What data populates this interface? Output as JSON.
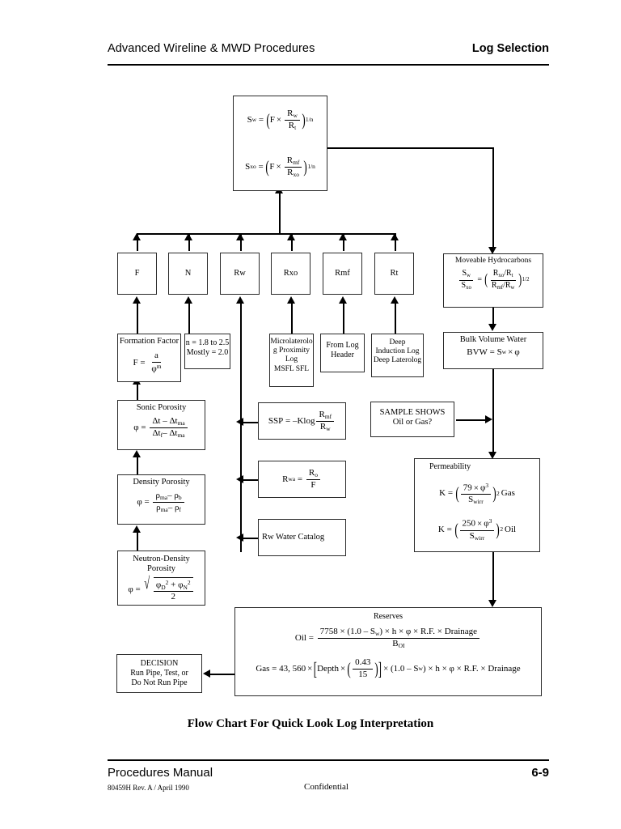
{
  "header": {
    "left": "Advanced Wireline & MWD Procedures",
    "right": "Log Selection"
  },
  "footer": {
    "manual": "Procedures Manual",
    "page": "6-9",
    "revision": "80459H Rev. A / April 1990",
    "confidential": "Confidential"
  },
  "figure_caption": "Flow Chart For Quick Look Log Interpretation",
  "diagram": {
    "saturation_box": {
      "name": "water-saturation-equations",
      "eq1": {
        "lhs": "S",
        "lhs_sub": "w",
        "paren_open": "(",
        "paren_close": ")",
        "f": "F",
        "times": "×",
        "num": "R",
        "num_sub": "w",
        "den": "R",
        "den_sub": "t",
        "exp": "1/n"
      },
      "eq2": {
        "lhs": "S",
        "lhs_sub": "xo",
        "f": "F",
        "times": "×",
        "num": "R",
        "num_sub": "mf",
        "den": "R",
        "den_sub": "xo",
        "exp": "1/n"
      }
    },
    "variable_boxes": [
      {
        "label": "F"
      },
      {
        "label": "N"
      },
      {
        "label": "Rw"
      },
      {
        "label": "Rxo"
      },
      {
        "label": "Rmf"
      },
      {
        "label": "Rt"
      }
    ],
    "source_boxes": {
      "formation_factor": {
        "title": "Formation Factor",
        "lhs": "F",
        "eq": "=",
        "num": "a",
        "den": "φ",
        "den_exp": "m"
      },
      "n_values": {
        "line1": "n = 1.8 to 2.5",
        "line2": "Mostly = 2.0"
      },
      "microlaterolog": {
        "lines": [
          "Microlaterolo",
          "g Proximity",
          "Log",
          "MSFL SFL"
        ]
      },
      "from_log_header": {
        "lines": [
          "From Log",
          "Header"
        ]
      },
      "deep_induction": {
        "lines": [
          "Deep",
          "Induction Log",
          "Deep Laterolog"
        ]
      }
    },
    "porosity_boxes": {
      "sonic": {
        "title": "Sonic Porosity",
        "lhs": "φ",
        "eq": "=",
        "num": "Δt – Δt",
        "num_sub": "ma",
        "den1": "Δt",
        "den1_sub": "f",
        "den_minus": "– Δt",
        "den2_sub": "ma"
      },
      "density": {
        "title": "Density Porosity",
        "lhs": "φ",
        "eq": "=",
        "num1": "ρ",
        "num1_sub": "ma",
        "num_minus": "– ρ",
        "num2_sub": "b",
        "den1": "ρ",
        "den1_sub": "ma",
        "den_minus": "– ρ",
        "den2_sub": "f"
      },
      "neutron_density": {
        "title_line1": "Neutron-Density",
        "title_line2": "Porosity",
        "lhs": "φ",
        "eq": "=",
        "num_a": "φ",
        "num_a_sub": "D",
        "num_a_exp": "2",
        "plus": "+",
        "num_b": "φ",
        "num_b_sub": "N",
        "num_b_exp": "2",
        "den": "2"
      }
    },
    "middle_boxes": {
      "ssp": {
        "lhs": "SSP",
        "eq": "=",
        "op": "–Klog",
        "num": "R",
        "num_sub": "mf",
        "den": "R",
        "den_sub": "w"
      },
      "rwa": {
        "lhs": "R",
        "lhs_sub": "wa",
        "eq": "=",
        "num": "R",
        "num_sub": "o",
        "den": "F"
      },
      "rw_catalog": {
        "label": "Rw Water Catalog"
      }
    },
    "right_boxes": {
      "moveable_hydrocarbons": {
        "title": "Moveable Hydrocarbons",
        "lhs_num": "S",
        "lhs_num_sub": "w",
        "lhs_den": "S",
        "lhs_den_sub": "xo",
        "eq": "=",
        "r_num_a": "R",
        "r_num_a_sub": "xo",
        "slash": "/",
        "r_num_b": "R",
        "r_num_b_sub": "t",
        "r_den_a": "R",
        "r_den_a_sub": "mf",
        "r_den_b": "R",
        "r_den_b_sub": "w",
        "exp": "1/2"
      },
      "bulk_volume_water": {
        "title": "Bulk Volume Water",
        "formula_lhs": "BVW",
        "eq": "=",
        "s": "S",
        "s_sub": "w",
        "times": "×",
        "phi": "φ"
      },
      "sample_shows": {
        "line1": "SAMPLE SHOWS",
        "line2": "Oil or Gas?"
      },
      "permeability": {
        "title": "Permeability",
        "gas": {
          "lhs": "K",
          "eq": "=",
          "coef": "79",
          "times": "×",
          "phi": "φ",
          "phi_exp": "3",
          "den": "S",
          "den_sub": "wirr",
          "exp": "2",
          "fluid": "Gas"
        },
        "oil": {
          "lhs": "K",
          "eq": "=",
          "coef": "250",
          "times": "×",
          "phi": "φ",
          "phi_exp": "3",
          "den": "S",
          "den_sub": "wirr",
          "exp": "2",
          "fluid": "Oil"
        }
      }
    },
    "reserves": {
      "title": "Reserves",
      "oil": {
        "lhs": "Oil",
        "eq": "=",
        "num": "7758 × (1.0 – S",
        "num_sub": "w",
        "num_tail": ") × h × φ × R.F. × Drainage",
        "den": "B",
        "den_sub": "OI"
      },
      "gas": {
        "lhs": "Gas",
        "eq": "=",
        "coef": "43, 560",
        "times": "×",
        "bracket_open": "[",
        "depth": "Depth",
        "num": "0.43",
        "den": "15",
        "bracket_close": "]",
        "tail_head": "× (1.0 – S",
        "tail_sub": "w",
        "tail": ") × h × φ × R.F. × Drainage"
      }
    },
    "decision": {
      "line1": "DECISION",
      "line2": "Run Pipe, Test, or",
      "line3": "Do Not Run Pipe"
    }
  }
}
